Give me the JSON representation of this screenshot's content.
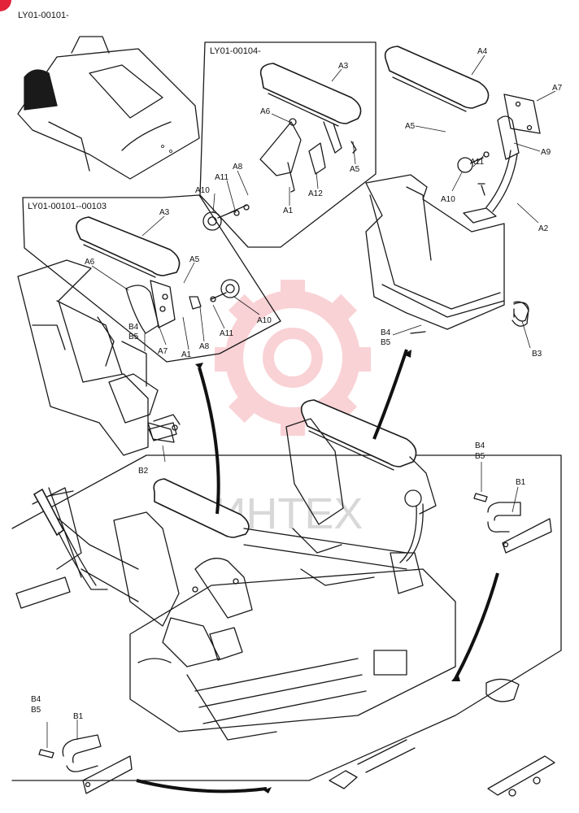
{
  "diagram": {
    "main_code": "LY01-00101-",
    "panels": {
      "upper_center": "LY01-00104-",
      "upper_left": "LY01-00101--00103"
    },
    "watermark": "ИНТЕХ",
    "labels": {
      "a1_left": "A1",
      "a3_left": "A3",
      "a5_left": "A5",
      "a6_left": "A6",
      "a7_left": "A7",
      "a8_left": "A8",
      "a10_left": "A10",
      "a11_left": "A11",
      "b4_left": "B4",
      "b5_left": "B5",
      "b2_left": "B2",
      "a3_mid": "A3",
      "a6_mid": "A6",
      "a8_mid": "A8",
      "a11_mid": "A11",
      "a10_mid": "A10",
      "a1_mid": "A1",
      "a12_mid": "A12",
      "a5_mid": "A5",
      "a4_right": "A4",
      "a7_right": "A7",
      "a5_right": "A5",
      "a9_right": "A9",
      "a11_right": "A11",
      "a10_right": "A10",
      "a2_right": "A2",
      "b4_right": "B4",
      "b5_right": "B5",
      "b3_right": "B3",
      "b4_br": "B4",
      "b5_br": "B5",
      "b1_br": "B1",
      "b4_bl": "B4",
      "b5_bl": "B5",
      "b1_bl": "B1"
    }
  }
}
